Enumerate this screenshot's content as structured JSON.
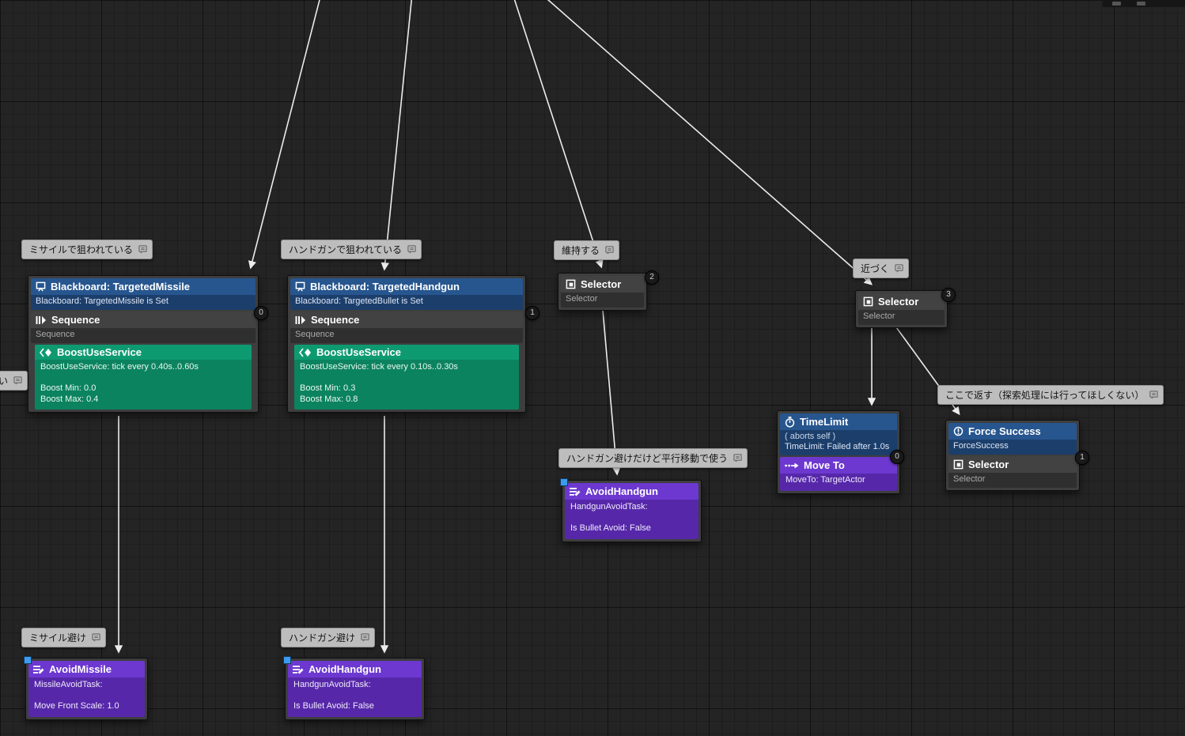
{
  "comments": {
    "missile_targeted": "ミサイルで狙われている",
    "handgun_targeted": "ハンドガンで狙われている",
    "maintain": "維持する",
    "approach": "近づく",
    "return_here": "ここで返す（探索処理には行ってほしくない）",
    "handgun_avoid_parallel": "ハンドガン避けだけど平行移動で使う",
    "missile_avoid": "ミサイル避け",
    "handgun_avoid": "ハンドガン避け",
    "clipped_left": "くない"
  },
  "nodes": {
    "bb_missile": {
      "decorator_title": "Blackboard: TargetedMissile",
      "decorator_detail": "Blackboard: TargetedMissile is Set",
      "composite_title": "Sequence",
      "composite_detail": "Sequence",
      "service_title": "BoostUseService",
      "service_tick": "BoostUseService: tick every 0.40s..0.60s",
      "service_min": "Boost Min: 0.0",
      "service_max": "Boost Max: 0.4",
      "order_badge": "0"
    },
    "bb_handgun": {
      "decorator_title": "Blackboard: TargetedHandgun",
      "decorator_detail": "Blackboard: TargetedBullet is Set",
      "composite_title": "Sequence",
      "composite_detail": "Sequence",
      "service_title": "BoostUseService",
      "service_tick": "BoostUseService: tick every 0.10s..0.30s",
      "service_min": "Boost Min: 0.3",
      "service_max": "Boost Max: 0.8",
      "order_badge": "1"
    },
    "selector_maintain": {
      "title": "Selector",
      "detail": "Selector",
      "order_badge": "2"
    },
    "selector_approach": {
      "title": "Selector",
      "detail": "Selector",
      "order_badge": "3"
    },
    "timelimit_moveto": {
      "decorator_title": "TimeLimit",
      "decorator_aborts": "( aborts self )",
      "decorator_detail": "TimeLimit: Failed after 1.0s",
      "task_title": "Move To",
      "task_detail": "MoveTo: TargetActor",
      "order_badge": "0"
    },
    "force_success_selector": {
      "decorator_title": "Force Success",
      "decorator_detail": "ForceSuccess",
      "composite_title": "Selector",
      "composite_detail": "Selector",
      "order_badge": "1"
    },
    "avoid_handgun_parallel": {
      "title": "AvoidHandgun",
      "detail_line1": "HandgunAvoidTask:",
      "detail_line2": "Is Bullet Avoid: False"
    },
    "avoid_missile": {
      "title": "AvoidMissile",
      "detail_line1": "MissileAvoidTask:",
      "detail_line2": "Move Front Scale: 1.0"
    },
    "avoid_handgun": {
      "title": "AvoidHandgun",
      "detail_line1": "HandgunAvoidTask:",
      "detail_line2": "Is Bullet Avoid: False"
    }
  },
  "colors": {
    "decorator_header": "#27568f",
    "decorator_body": "#1c3e6b",
    "composite_header": "#424242",
    "service_header": "#0e9a70",
    "service_body": "#0b835e",
    "task_header": "#6c38d0",
    "task_body": "#5628a9",
    "wire": "#ececec",
    "comment_bubble": "#bdbdbd",
    "breakpoint_square": "#3b9cf0"
  }
}
